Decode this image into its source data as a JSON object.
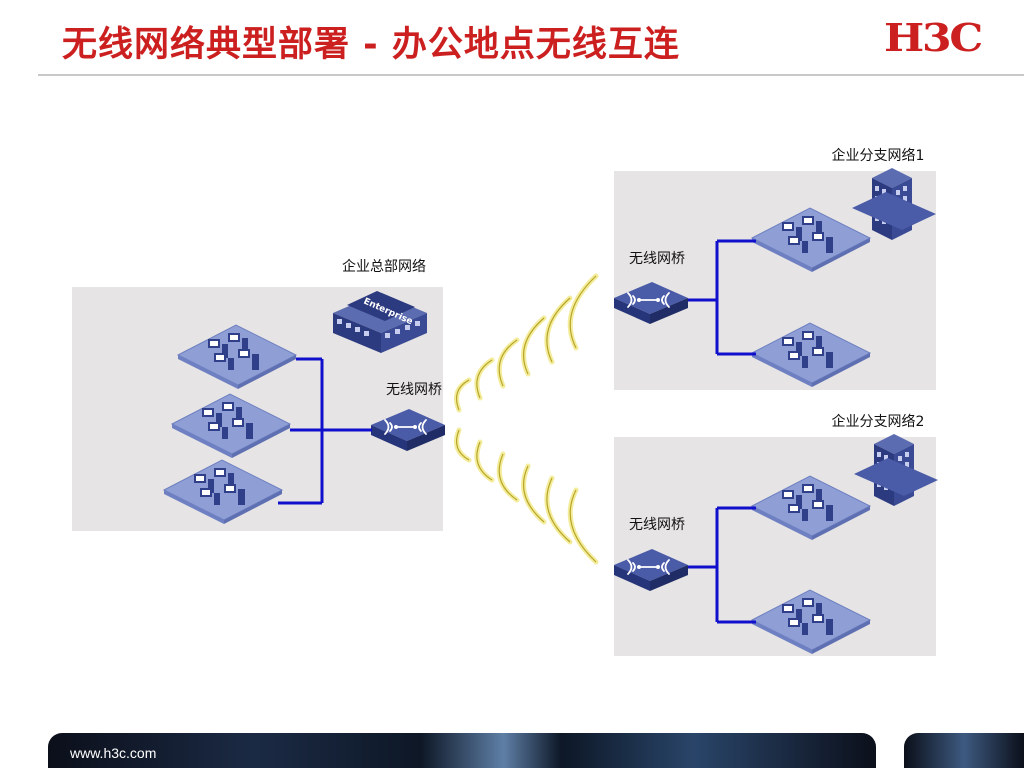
{
  "slide": {
    "title": "无线网络典型部署 - 办公地点无线互连",
    "logo_text": "H3C",
    "footer_url": "www.h3c.com"
  },
  "diagram": {
    "hq_label": "企业总部网络",
    "hq_building_sign": "Enterprise",
    "hq_bridge_label": "无线网桥",
    "branch1_label": "企业分支网络1",
    "branch1_bridge_label": "无线网桥",
    "branch2_label": "企业分支网络2",
    "branch2_bridge_label": "无线网桥"
  },
  "colors": {
    "title": "#cc1f1f",
    "link": "#1010cc",
    "zone_bg": "#e6e4e4",
    "platform": "#8f9fd6",
    "device": "#2f3f8a",
    "signal": "#f3ec9a"
  }
}
